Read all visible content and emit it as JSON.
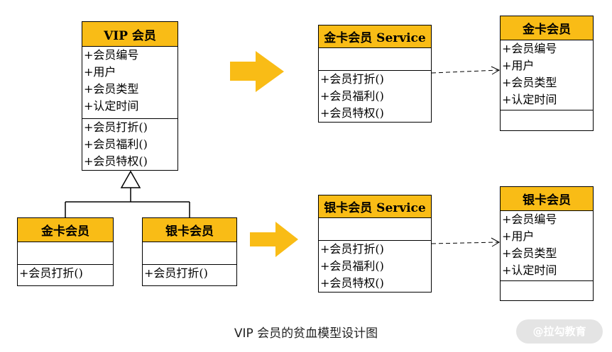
{
  "colors": {
    "header_fill": "#f9bc16",
    "arrow_fill": "#f9bc16",
    "line": "#000000"
  },
  "vip": {
    "title": "VIP 会员",
    "attributes": [
      "+会员编号",
      "+用户",
      "+会员类型",
      "+认定时间"
    ],
    "methods": [
      "+会员打折()",
      "+会员福利()",
      "+会员特权()"
    ]
  },
  "gold_member": {
    "title": "金卡会员",
    "attributes": [],
    "methods": [
      "+会员打折()"
    ]
  },
  "silver_member": {
    "title": "银卡会员",
    "attributes": [],
    "methods": [
      "+会员打折()"
    ]
  },
  "gold_service": {
    "title": "金卡会员 Service",
    "attributes": [],
    "methods": [
      "+会员打折()",
      "+会员福利()",
      "+会员特权()"
    ]
  },
  "silver_service": {
    "title": "银卡会员 Service",
    "attributes": [],
    "methods": [
      "+会员打折()",
      "+会员福利()",
      "+会员特权()"
    ]
  },
  "gold_entity": {
    "title": "金卡会员",
    "attributes": [
      "+会员编号",
      "+用户",
      "+会员类型",
      "+认定时间"
    ],
    "methods": []
  },
  "silver_entity": {
    "title": "银卡会员",
    "attributes": [
      "+会员编号",
      "+用户",
      "+会员类型",
      "+认定时间"
    ],
    "methods": []
  },
  "caption": "VIP 会员的贫血模型设计图",
  "watermark": "@拉勾教育"
}
